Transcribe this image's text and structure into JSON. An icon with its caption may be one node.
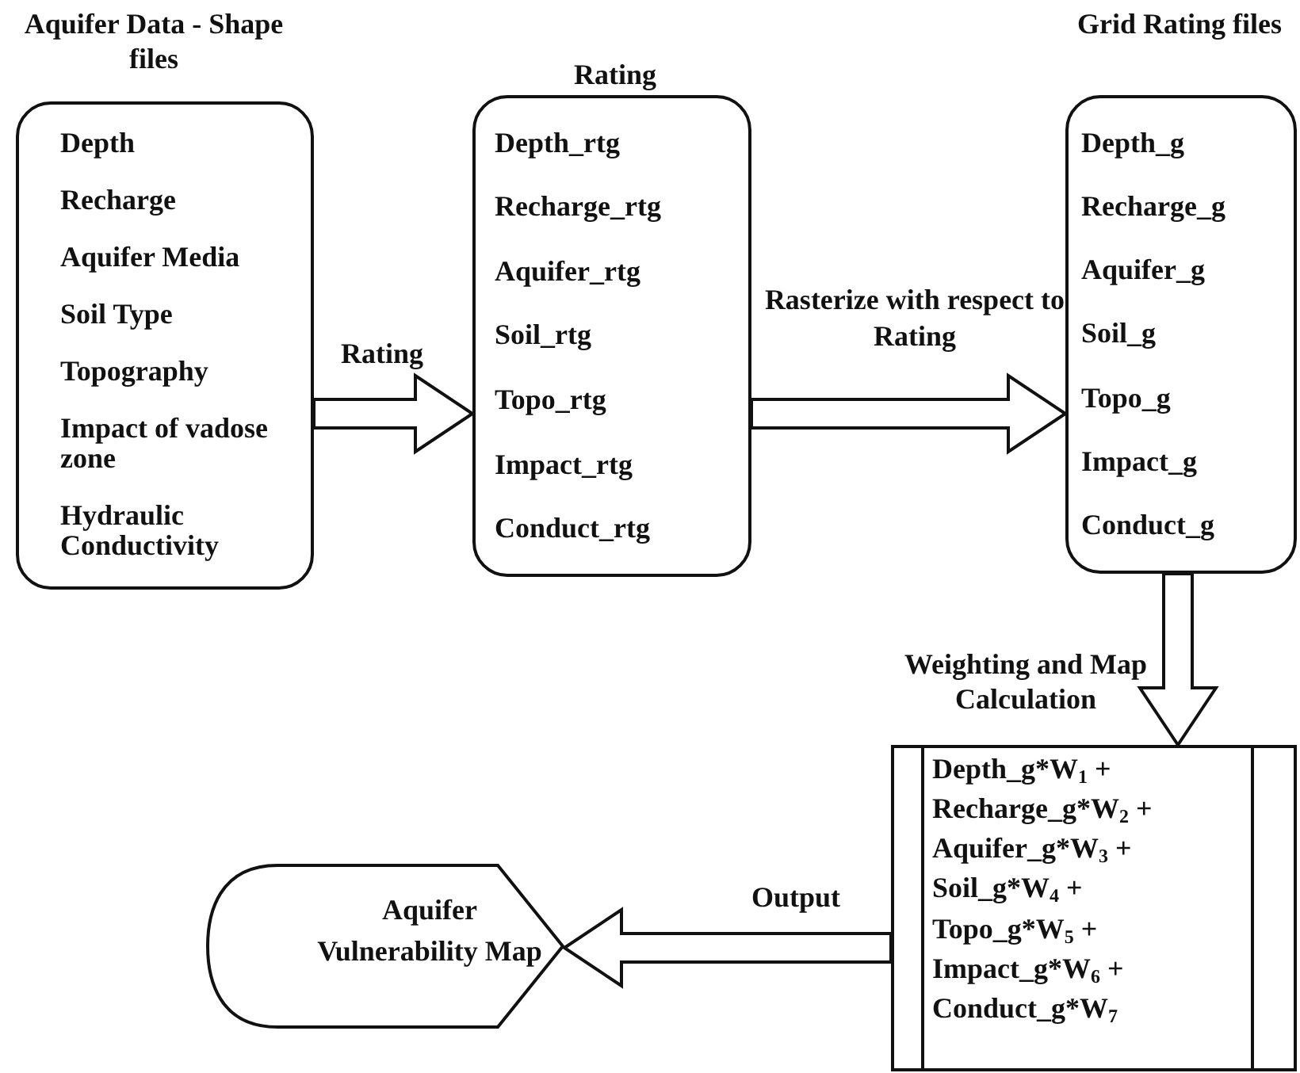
{
  "diagram": {
    "nodes": [
      {
        "text": [
          "Aquifer Data - Shape files",
          "Depth",
          "Recharge",
          "Aquifer Media",
          "Soil Type",
          "Topography",
          "Impact of vadose zone",
          "Hydraulic Conductivity"
        ]
      },
      {
        "text": [
          "Rating",
          "Depth_rtg",
          "Recharge_rtg",
          "Aquifer_rtg",
          "Soil_rtg",
          "Topo_rtg",
          "Impact_rtg",
          "Conduct_rtg"
        ]
      },
      {
        "text": [
          "Grid Rating files",
          "Depth_g",
          "Recharge_g",
          "Aquifer_g",
          "Soil_g",
          "Topo_g",
          "Impact_g",
          "Conduct_g"
        ]
      },
      {
        "text": [
          "Weighting and Map Calculation",
          "Depth_g*W$_{1}$ +",
          "Recharge_g*W$_{2}$ +",
          "Aquifer_g*W$_{3}$ +",
          "Soil_g*W$_{4}$ +",
          "Topo_g*W$_{5}$ +",
          "Impact_g*W$_{6}$ +",
          "Conduct_g*W$_{7}$"
        ]
      },
      {
        "text": [
          "Aquifer Vulnerability Map"
        ]
      }
    ],
    "edges": [
      {
        "from": 0,
        "to": 1,
        "arrow": "to",
        "label": "Rating",
        "style": "thick"
      },
      {
        "from": 1,
        "to": 2,
        "arrow": "to",
        "label": "Rasterize with respect to Rating",
        "style": "thick"
      },
      {
        "from": 2,
        "to": 3,
        "arrow": "to",
        "style": "thick"
      },
      {
        "from": 3,
        "to": 4,
        "arrow": "to",
        "label": "Output",
        "style": "thick"
      }
    ]
  }
}
